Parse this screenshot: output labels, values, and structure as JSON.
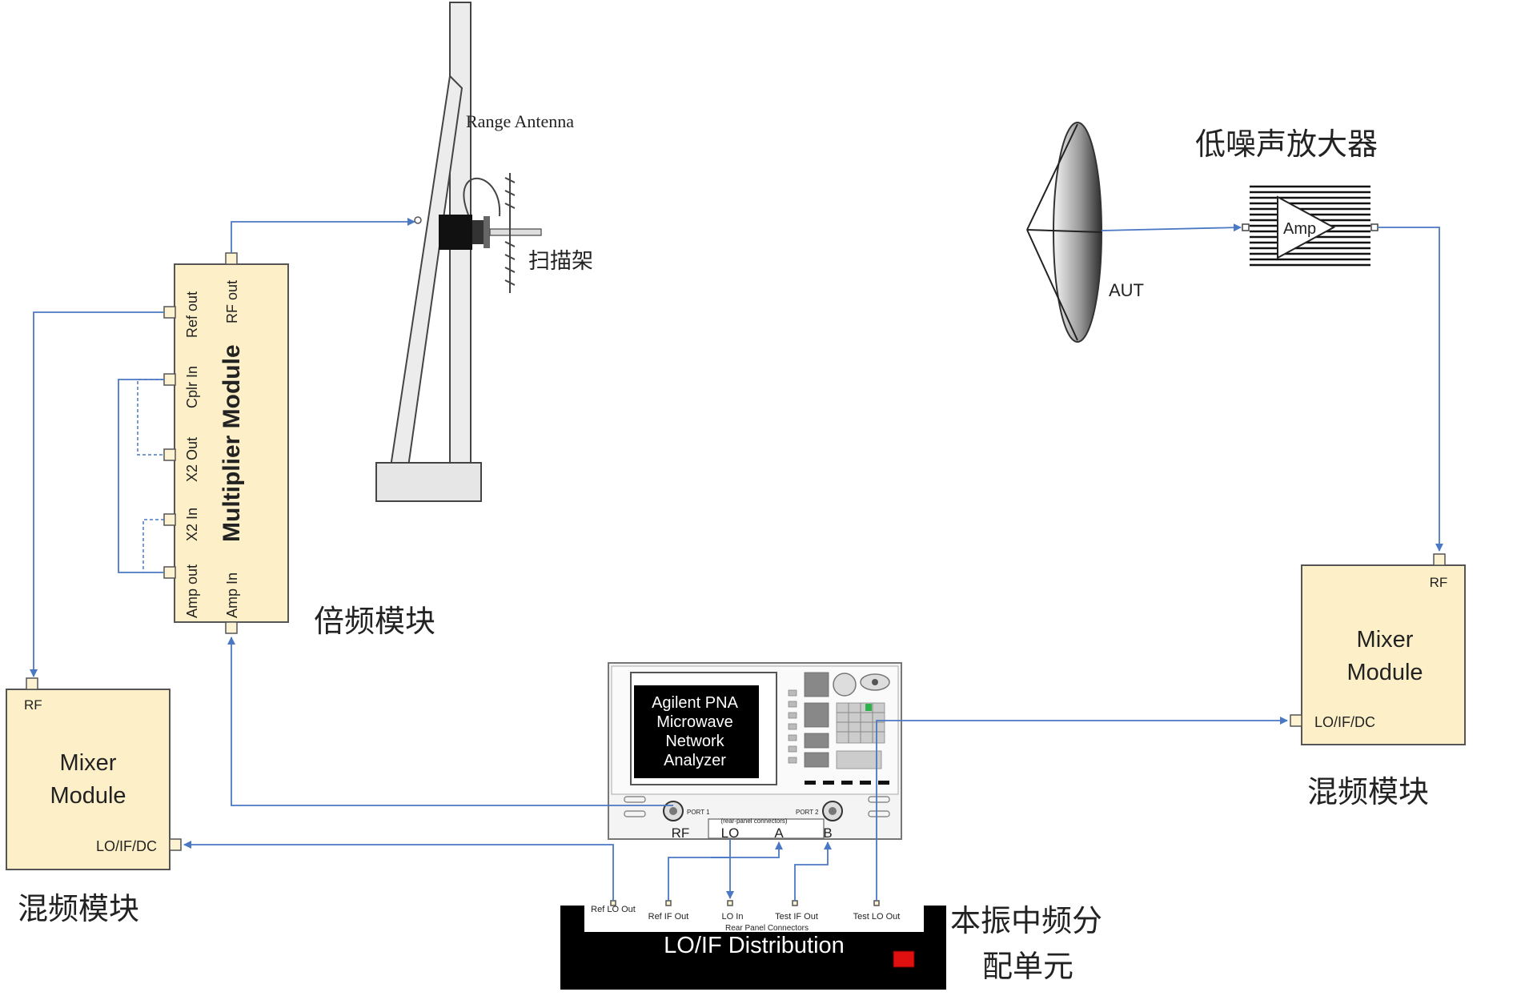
{
  "labels": {
    "range_antenna": "Range Antenna",
    "scanner": "扫描架",
    "lna_title": "低噪声放大器",
    "amp": "Amp",
    "aut": "AUT",
    "multiplier_title": "Multiplier Module",
    "multiplier_cn": "倍频模块",
    "mixer_cn_left": "混频模块",
    "mixer_cn_right": "混频模块",
    "lo_if_cn_line1": "本振中频分",
    "lo_if_cn_line2": "配单元"
  },
  "multiplier_ports": {
    "left": [
      "Ref out",
      "Cplr In",
      "X2 Out",
      "X2 In",
      "Amp out"
    ],
    "right": [
      "RF out",
      "Amp In"
    ]
  },
  "mixer_left": {
    "rf": "RF",
    "title_line1": "Mixer",
    "title_line2": "Module",
    "lo": "LO/IF/DC"
  },
  "mixer_right": {
    "rf": "RF",
    "title_line1": "Mixer",
    "title_line2": "Module",
    "lo": "LO/IF/DC"
  },
  "pna": {
    "screen": [
      "Agilent PNA",
      "Microwave",
      "Network",
      "Analyzer"
    ],
    "port1": "PORT 1",
    "port2": "PORT 2",
    "rear_note": "(rear-panel connectors)",
    "connectors": [
      "RF",
      "LO",
      "A",
      "B"
    ]
  },
  "distribution": {
    "title": "LO/IF Distribution",
    "rear": "Rear Panel Connectors",
    "ports": [
      "Ref LO Out",
      "Ref IF Out",
      "LO In",
      "Test IF Out",
      "Test LO Out"
    ],
    "indicator_color": "#e01010"
  },
  "colors": {
    "wire": "#4a78c4",
    "module_fill": "#fdf0c8"
  }
}
